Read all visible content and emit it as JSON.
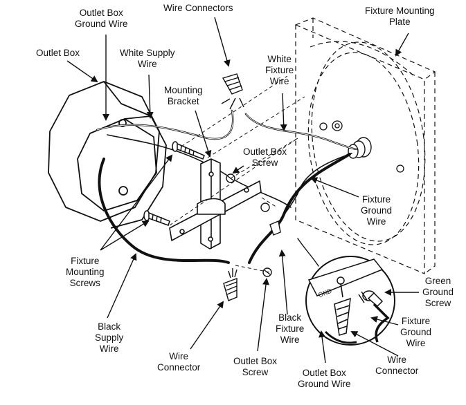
{
  "labels": {
    "outlet_box_ground_wire_top": [
      "Outlet Box",
      "Ground Wire"
    ],
    "wire_connectors": [
      "Wire Connectors"
    ],
    "fixture_mounting_plate": [
      "Fixture Mounting",
      "Plate"
    ],
    "outlet_box": [
      "Outlet Box"
    ],
    "white_supply_wire": [
      "White Supply",
      "Wire"
    ],
    "white_fixture_wire": [
      "White",
      "Fixture",
      "Wire"
    ],
    "mounting_bracket": [
      "Mounting",
      "Bracket"
    ],
    "outlet_box_screw_top": [
      "Outlet Box",
      "Screw"
    ],
    "fixture_ground_wire_main": [
      "Fixture",
      "Ground",
      "Wire"
    ],
    "fixture_mounting_screws": [
      "Fixture",
      "Mounting",
      "Screws"
    ],
    "green_ground_screw": [
      "Green",
      "Ground",
      "Screw"
    ],
    "fixture_ground_wire_inset": [
      "Fixture",
      "Ground",
      "Wire"
    ],
    "black_supply_wire": [
      "Black",
      "Supply",
      "Wire"
    ],
    "black_fixture_wire": [
      "Black",
      "Fixture",
      "Wire"
    ],
    "wire_connector_inset": [
      "Wire",
      "Connector"
    ],
    "wire_connector_bottom": [
      "Wire",
      "Connector"
    ],
    "outlet_box_screw_bottom": [
      "Outlet Box",
      "Screw"
    ],
    "outlet_box_ground_wire_bottom": [
      "Outlet Box",
      "Ground Wire"
    ]
  },
  "inset_text": "GND",
  "colors": {
    "line": "#111111",
    "background": "#ffffff"
  }
}
